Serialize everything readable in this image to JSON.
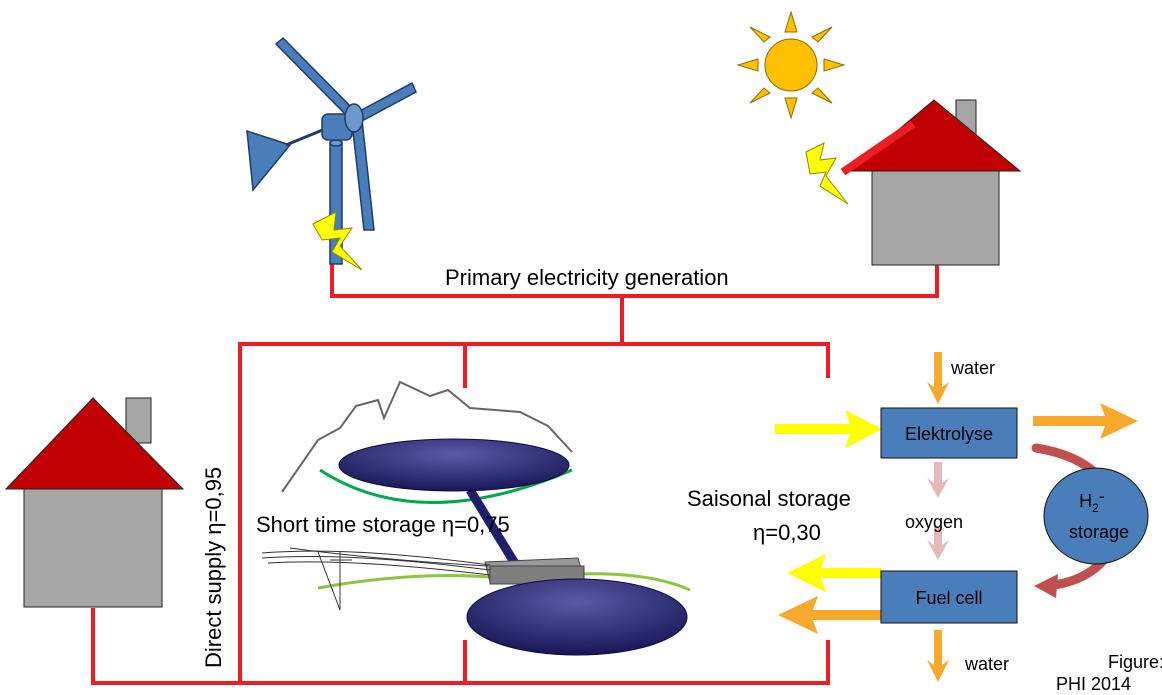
{
  "diagram": {
    "labels": {
      "primary": "Primary electricity generation",
      "direct_supply": "Direct supply η=0,95",
      "short_time": "Short time storage  η=0,75",
      "saisonal_line1": "Saisonal storage",
      "saisonal_line2": "η=0,30",
      "water_in": "water",
      "oxygen": "oxygen",
      "water_out": "water",
      "figure_line1": "Figure:",
      "figure_line2": "PHI 2014"
    },
    "boxes": {
      "elektrolyse": "Elektrolyse",
      "fuel_cell": "Fuel cell",
      "h2_line1": "H",
      "h2_sub": "2",
      "h2_line1_suffix": "-",
      "h2_line2": "storage"
    },
    "colors": {
      "wire": "#ee1c24",
      "box_fill": "#4a7ebb",
      "roof": "#c00000",
      "wall": "#a6a6a6",
      "sun": "#ffc000",
      "bolt": "#ffff00",
      "arrow_yellow": "#ffff00",
      "arrow_orange": "#f6a92b",
      "arrow_pink": "#e6b9b8",
      "arrow_red": "#c0504d",
      "reservoir": "#1f1f6e",
      "ground_green": "#8cc63e",
      "hill_green": "#00a650"
    },
    "icons": [
      "wind-turbine-icon",
      "sun-icon",
      "solar-house-icon",
      "house-icon",
      "lightning-icon",
      "pumped-hydro-icon",
      "power-line-icon"
    ]
  }
}
